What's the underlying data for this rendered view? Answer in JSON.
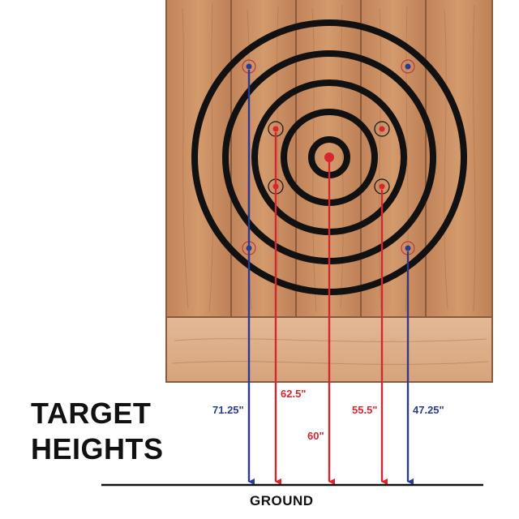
{
  "title": {
    "line1": "TARGET",
    "line2": "HEIGHTS"
  },
  "ground_label": "GROUND",
  "colors": {
    "blue": "#2b3a8f",
    "red": "#d8262e",
    "wood": "#c98b5c",
    "ring": "#111111"
  },
  "heights": {
    "outer_left": {
      "label": "71.25\"",
      "color": "blue"
    },
    "mid_left": {
      "label": "62.5\"",
      "color": "red"
    },
    "center": {
      "label": "60\"",
      "color": "red"
    },
    "mid_right": {
      "label": "55.5\"",
      "color": "red"
    },
    "outer_right": {
      "label": "47.25\"",
      "color": "blue"
    }
  }
}
